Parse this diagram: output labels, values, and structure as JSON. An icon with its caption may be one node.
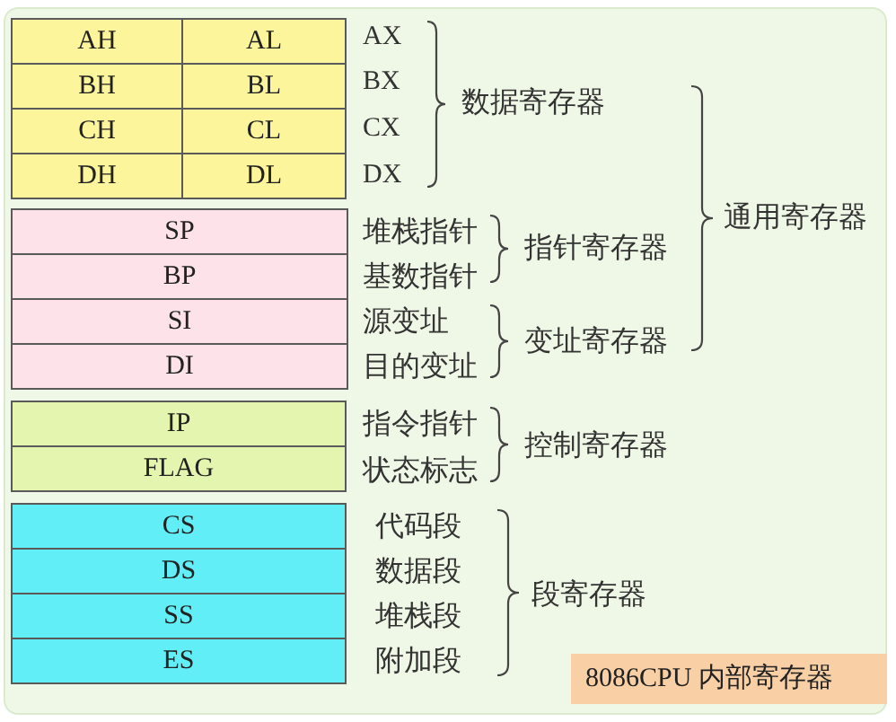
{
  "diagram": {
    "nodes": [
      {
        "text": [
          "AH"
        ]
      },
      {
        "text": [
          "AL"
        ]
      },
      {
        "text": [
          "BH"
        ]
      },
      {
        "text": [
          "BL"
        ]
      },
      {
        "text": [
          "CH"
        ]
      },
      {
        "text": [
          "CL"
        ]
      },
      {
        "text": [
          "DH"
        ]
      },
      {
        "text": [
          "DL"
        ]
      },
      {
        "text": [
          "SP"
        ]
      },
      {
        "text": [
          "BP"
        ]
      },
      {
        "text": [
          "SI"
        ]
      },
      {
        "text": [
          "DI"
        ]
      },
      {
        "text": [
          "IP"
        ]
      },
      {
        "text": [
          "FLAG"
        ]
      },
      {
        "text": [
          "CS"
        ]
      },
      {
        "text": [
          "DS"
        ]
      },
      {
        "text": [
          "SS"
        ]
      },
      {
        "text": [
          "ES"
        ]
      },
      {
        "text": [
          "8086CPU 内部寄存器"
        ]
      }
    ],
    "labels": [
      "AX",
      "BX",
      "CX",
      "DX",
      "数据寄存器",
      "通用寄存器",
      "堆栈指针",
      "指针寄存器",
      "基数指针",
      "源变址",
      "变址寄存器",
      "目的变址",
      "指令指针",
      "控制寄存器",
      "状态标志",
      "代码段",
      "数据段",
      "段寄存器",
      "堆栈段",
      "附加段"
    ]
  }
}
